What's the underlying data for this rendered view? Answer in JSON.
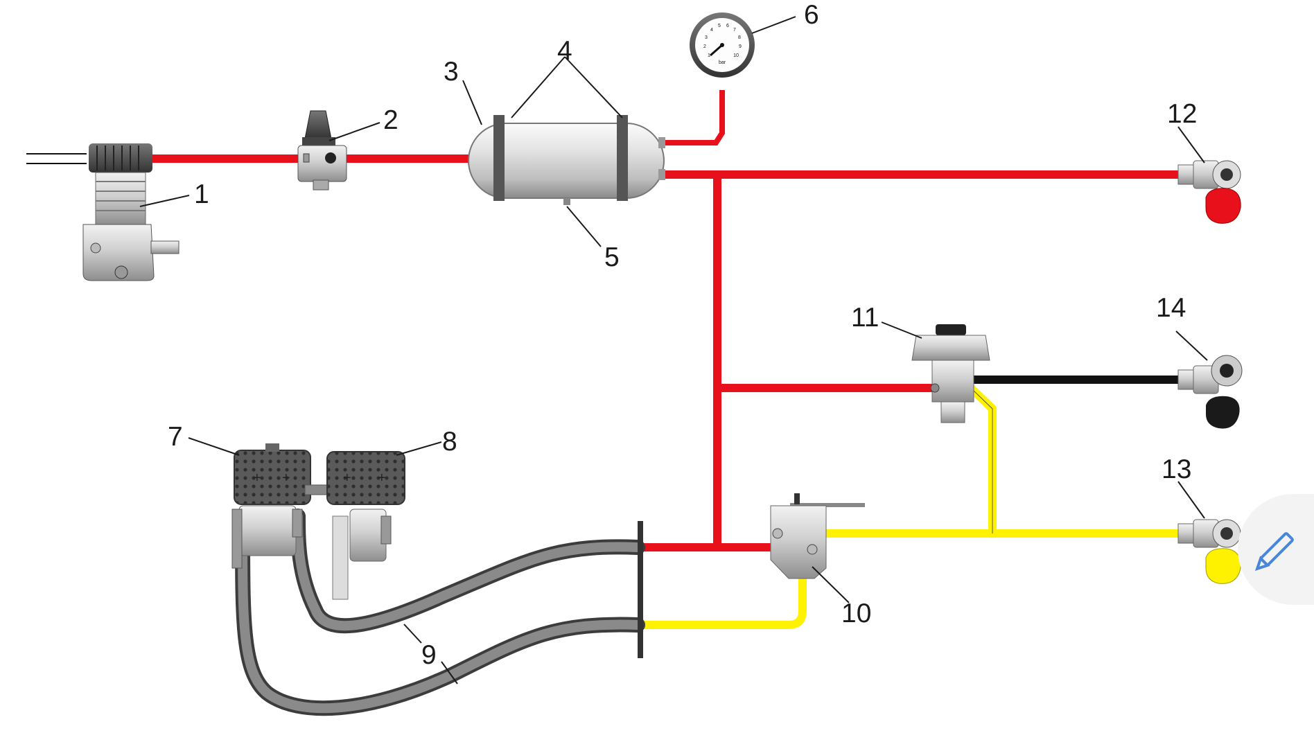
{
  "diagram": {
    "labels": {
      "l1": "1",
      "l2": "2",
      "l3": "3",
      "l4": "4",
      "l5": "5",
      "l6": "6",
      "l7": "7",
      "l8": "8",
      "l9": "9",
      "l10": "10",
      "l11": "11",
      "l12": "12",
      "l13": "13",
      "l14": "14"
    },
    "gauge": {
      "unit": "bar",
      "ticks": [
        "1",
        "2",
        "3",
        "4",
        "5",
        "6",
        "7",
        "8",
        "9",
        "10"
      ]
    }
  },
  "colors": {
    "supply_line": "#e8101b",
    "control_line": "#fff200",
    "black_line": "#111111",
    "hose": "#6f6f6f",
    "edit_icon": "#4a86d8"
  },
  "overlay": {
    "edit_icon": "pencil-icon"
  }
}
